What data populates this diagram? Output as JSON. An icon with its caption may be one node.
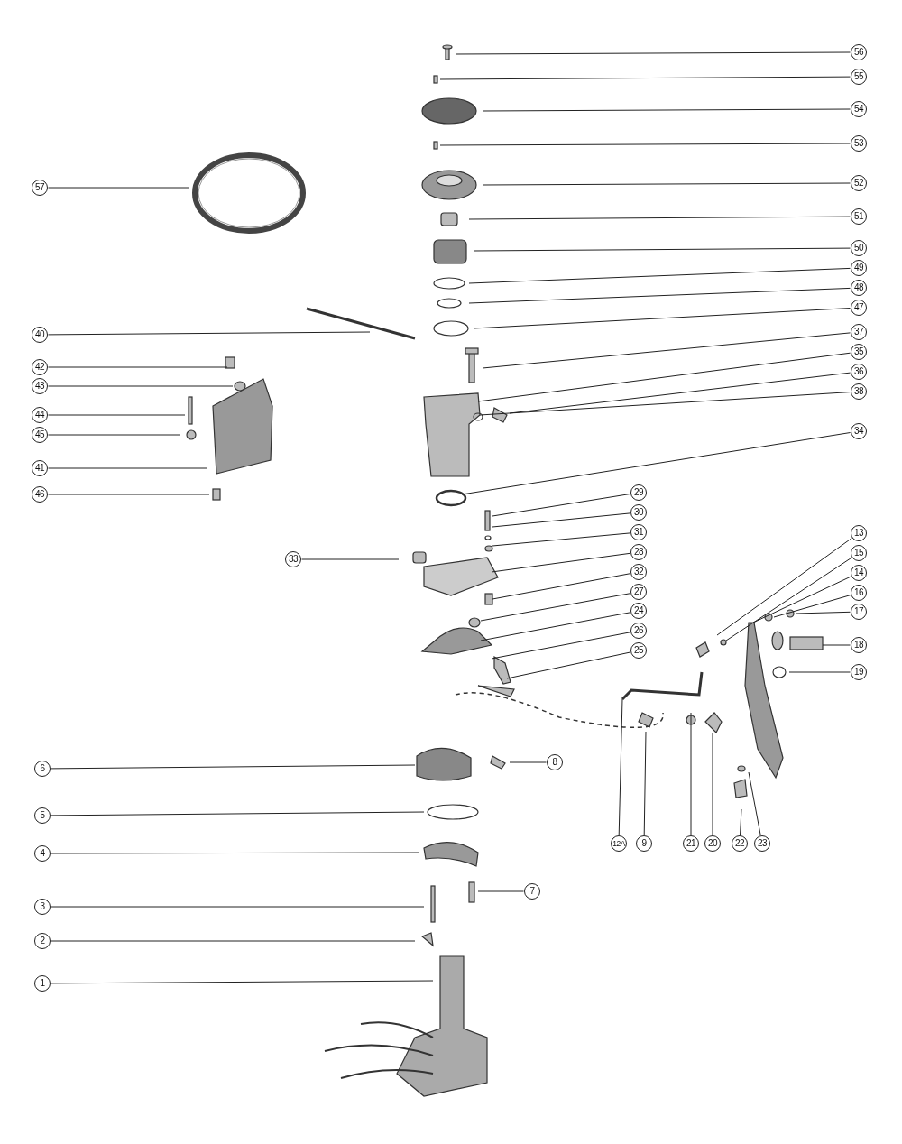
{
  "diagram": {
    "nodes": [
      {
        "text": [
          "56"
        ]
      },
      {
        "text": [
          "55"
        ]
      },
      {
        "text": [
          "54"
        ]
      },
      {
        "text": [
          "53"
        ]
      },
      {
        "text": [
          "52"
        ]
      },
      {
        "text": [
          "57"
        ]
      },
      {
        "text": [
          "51"
        ]
      },
      {
        "text": [
          "50"
        ]
      },
      {
        "text": [
          "49"
        ]
      },
      {
        "text": [
          "48"
        ]
      },
      {
        "text": [
          "47"
        ]
      },
      {
        "text": [
          "37"
        ]
      },
      {
        "text": [
          "40"
        ]
      },
      {
        "text": [
          "35"
        ]
      },
      {
        "text": [
          "42"
        ]
      },
      {
        "text": [
          "36"
        ]
      },
      {
        "text": [
          "43"
        ]
      },
      {
        "text": [
          "38"
        ]
      },
      {
        "text": [
          "44"
        ]
      },
      {
        "text": [
          "34"
        ]
      },
      {
        "text": [
          "45"
        ]
      },
      {
        "text": [
          "41"
        ]
      },
      {
        "text": [
          "29"
        ]
      },
      {
        "text": [
          "46"
        ]
      },
      {
        "text": [
          "30"
        ]
      },
      {
        "text": [
          "31"
        ]
      },
      {
        "text": [
          "33"
        ]
      },
      {
        "text": [
          "28"
        ]
      },
      {
        "text": [
          "13"
        ]
      },
      {
        "text": [
          "15"
        ]
      },
      {
        "text": [
          "32"
        ]
      },
      {
        "text": [
          "14"
        ]
      },
      {
        "text": [
          "27"
        ]
      },
      {
        "text": [
          "16"
        ]
      },
      {
        "text": [
          "24"
        ]
      },
      {
        "text": [
          "17"
        ]
      },
      {
        "text": [
          "26"
        ]
      },
      {
        "text": [
          "18"
        ]
      },
      {
        "text": [
          "25"
        ]
      },
      {
        "text": [
          "19"
        ]
      },
      {
        "text": [
          "6"
        ]
      },
      {
        "text": [
          "8"
        ]
      },
      {
        "text": [
          "5"
        ]
      },
      {
        "text": [
          "12A"
        ]
      },
      {
        "text": [
          "9"
        ]
      },
      {
        "text": [
          "21"
        ]
      },
      {
        "text": [
          "20"
        ]
      },
      {
        "text": [
          "22"
        ]
      },
      {
        "text": [
          "23"
        ]
      },
      {
        "text": [
          "4"
        ]
      },
      {
        "text": [
          "7"
        ]
      },
      {
        "text": [
          "3"
        ]
      },
      {
        "text": [
          "2"
        ]
      },
      {
        "text": [
          "1"
        ]
      }
    ],
    "edges": [
      {
        "from": 0,
        "to": null,
        "arrow": "none"
      },
      {
        "from": 1,
        "to": null,
        "arrow": "none"
      },
      {
        "from": 2,
        "to": null,
        "arrow": "none"
      },
      {
        "from": 3,
        "to": null,
        "arrow": "none"
      },
      {
        "from": 4,
        "to": null,
        "arrow": "none"
      },
      {
        "from": 5,
        "to": null,
        "arrow": "none"
      },
      {
        "from": 6,
        "to": null,
        "arrow": "none"
      },
      {
        "from": 7,
        "to": null,
        "arrow": "none"
      },
      {
        "from": 8,
        "to": null,
        "arrow": "none"
      },
      {
        "from": 9,
        "to": null,
        "arrow": "none"
      },
      {
        "from": 10,
        "to": null,
        "arrow": "none"
      },
      {
        "from": 11,
        "to": null,
        "arrow": "none"
      },
      {
        "from": 12,
        "to": null,
        "arrow": "none"
      },
      {
        "from": 13,
        "to": null,
        "arrow": "none"
      },
      {
        "from": 14,
        "to": null,
        "arrow": "none"
      },
      {
        "from": 15,
        "to": null,
        "arrow": "none"
      },
      {
        "from": 16,
        "to": null,
        "arrow": "none"
      },
      {
        "from": 17,
        "to": null,
        "arrow": "none"
      },
      {
        "from": 18,
        "to": null,
        "arrow": "none"
      },
      {
        "from": 19,
        "to": null,
        "arrow": "none"
      },
      {
        "from": 20,
        "to": null,
        "arrow": "none"
      },
      {
        "from": 21,
        "to": null,
        "arrow": "none"
      },
      {
        "from": 22,
        "to": null,
        "arrow": "none"
      },
      {
        "from": 23,
        "to": null,
        "arrow": "none"
      },
      {
        "from": 24,
        "to": null,
        "arrow": "none"
      },
      {
        "from": 25,
        "to": null,
        "arrow": "none"
      },
      {
        "from": 26,
        "to": null,
        "arrow": "none"
      },
      {
        "from": 27,
        "to": null,
        "arrow": "none"
      },
      {
        "from": 28,
        "to": null,
        "arrow": "none"
      },
      {
        "from": 29,
        "to": null,
        "arrow": "none"
      },
      {
        "from": 30,
        "to": null,
        "arrow": "none"
      },
      {
        "from": 31,
        "to": null,
        "arrow": "none"
      },
      {
        "from": 32,
        "to": null,
        "arrow": "none"
      },
      {
        "from": 33,
        "to": null,
        "arrow": "none"
      },
      {
        "from": 34,
        "to": null,
        "arrow": "none"
      },
      {
        "from": 35,
        "to": null,
        "arrow": "none"
      },
      {
        "from": 36,
        "to": null,
        "arrow": "none"
      },
      {
        "from": 37,
        "to": null,
        "arrow": "none"
      },
      {
        "from": 38,
        "to": null,
        "arrow": "none"
      },
      {
        "from": 39,
        "to": null,
        "arrow": "none"
      },
      {
        "from": 40,
        "to": null,
        "arrow": "none"
      },
      {
        "from": 41,
        "to": null,
        "arrow": "none"
      },
      {
        "from": 42,
        "to": null,
        "arrow": "none"
      },
      {
        "from": 43,
        "to": null,
        "arrow": "none"
      },
      {
        "from": 44,
        "to": null,
        "arrow": "none"
      },
      {
        "from": 45,
        "to": null,
        "arrow": "none"
      },
      {
        "from": 46,
        "to": null,
        "arrow": "none"
      },
      {
        "from": 47,
        "to": null,
        "arrow": "none"
      },
      {
        "from": 48,
        "to": null,
        "arrow": "none"
      },
      {
        "from": 49,
        "to": null,
        "arrow": "none"
      },
      {
        "from": 50,
        "to": null,
        "arrow": "none"
      },
      {
        "from": 51,
        "to": null,
        "arrow": "none"
      },
      {
        "from": 52,
        "to": null,
        "arrow": "none"
      },
      {
        "from": 53,
        "to": null,
        "arrow": "none"
      }
    ]
  }
}
